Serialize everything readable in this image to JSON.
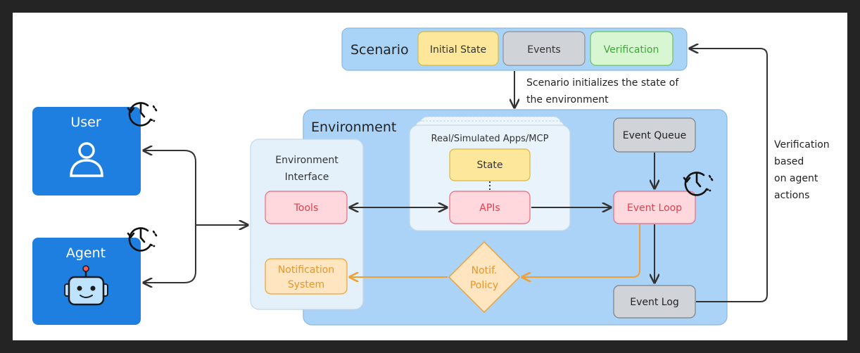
{
  "scenario": {
    "title": "Scenario",
    "initial_state": "Initial State",
    "events": "Events",
    "verification": "Verification",
    "note_line1": "Scenario initializes the state of",
    "note_line2": "the environment"
  },
  "user": {
    "label": "User"
  },
  "agent": {
    "label": "Agent"
  },
  "environment": {
    "title": "Environment",
    "interface_line1": "Environment",
    "interface_line2": "Interface",
    "tools": "Tools",
    "notification_line1": "Notification",
    "notification_line2": "System",
    "apps_title": "Real/Simulated Apps/MCP",
    "state": "State",
    "apis": "APIs",
    "event_queue": "Event Queue",
    "event_loop": "Event Loop",
    "event_log": "Event Log",
    "policy_line1": "Notif.",
    "policy_line2": "Policy"
  },
  "verification_note": [
    "Verification",
    "based",
    "on agent",
    "actions"
  ],
  "colors": {
    "blue_box": "#1e7fe0",
    "env_bg": "#aad3f7",
    "scenario_bg": "#a9d4f8",
    "interface_bg": "#e4f1fb",
    "yellow": "#fde79a",
    "gray": "#d0d3d8",
    "green": "#d8f6d2",
    "red_fill": "#ffd8dd",
    "red_text": "#e04050",
    "orange": "#f0a030",
    "orange_fill": "#ffe6c0"
  }
}
